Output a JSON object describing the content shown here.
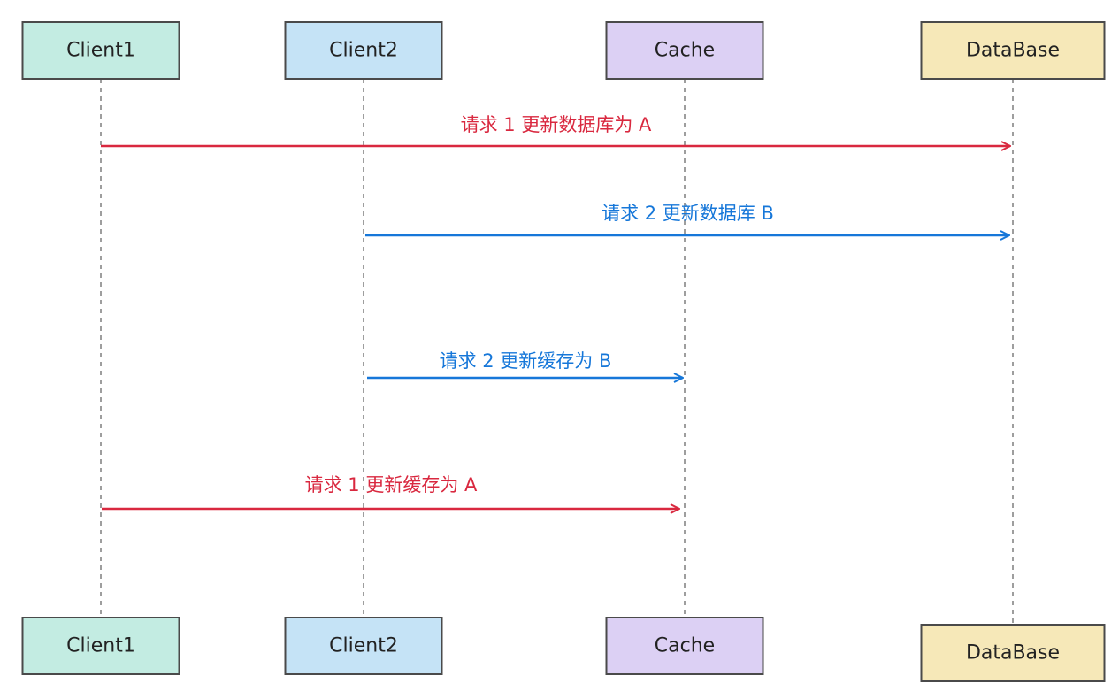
{
  "participants": [
    {
      "id": "client1",
      "label": "Client1",
      "fill": "#c3ece2"
    },
    {
      "id": "client2",
      "label": "Client2",
      "fill": "#c5e3f6"
    },
    {
      "id": "cache",
      "label": "Cache",
      "fill": "#dcd0f4"
    },
    {
      "id": "database",
      "label": "DataBase",
      "fill": "#f6e8b8"
    }
  ],
  "messages": [
    {
      "from": "client1",
      "to": "database",
      "label": "请求 1 更新数据库为 A",
      "color": "#d9283f"
    },
    {
      "from": "client2",
      "to": "database",
      "label": "请求 2 更新数据库 B",
      "color": "#1677d9"
    },
    {
      "from": "client2",
      "to": "cache",
      "label": "请求 2 更新缓存为 B",
      "color": "#1677d9"
    },
    {
      "from": "client1",
      "to": "cache",
      "label": "请求 1 更新缓存为 A",
      "color": "#d9283f"
    }
  ]
}
